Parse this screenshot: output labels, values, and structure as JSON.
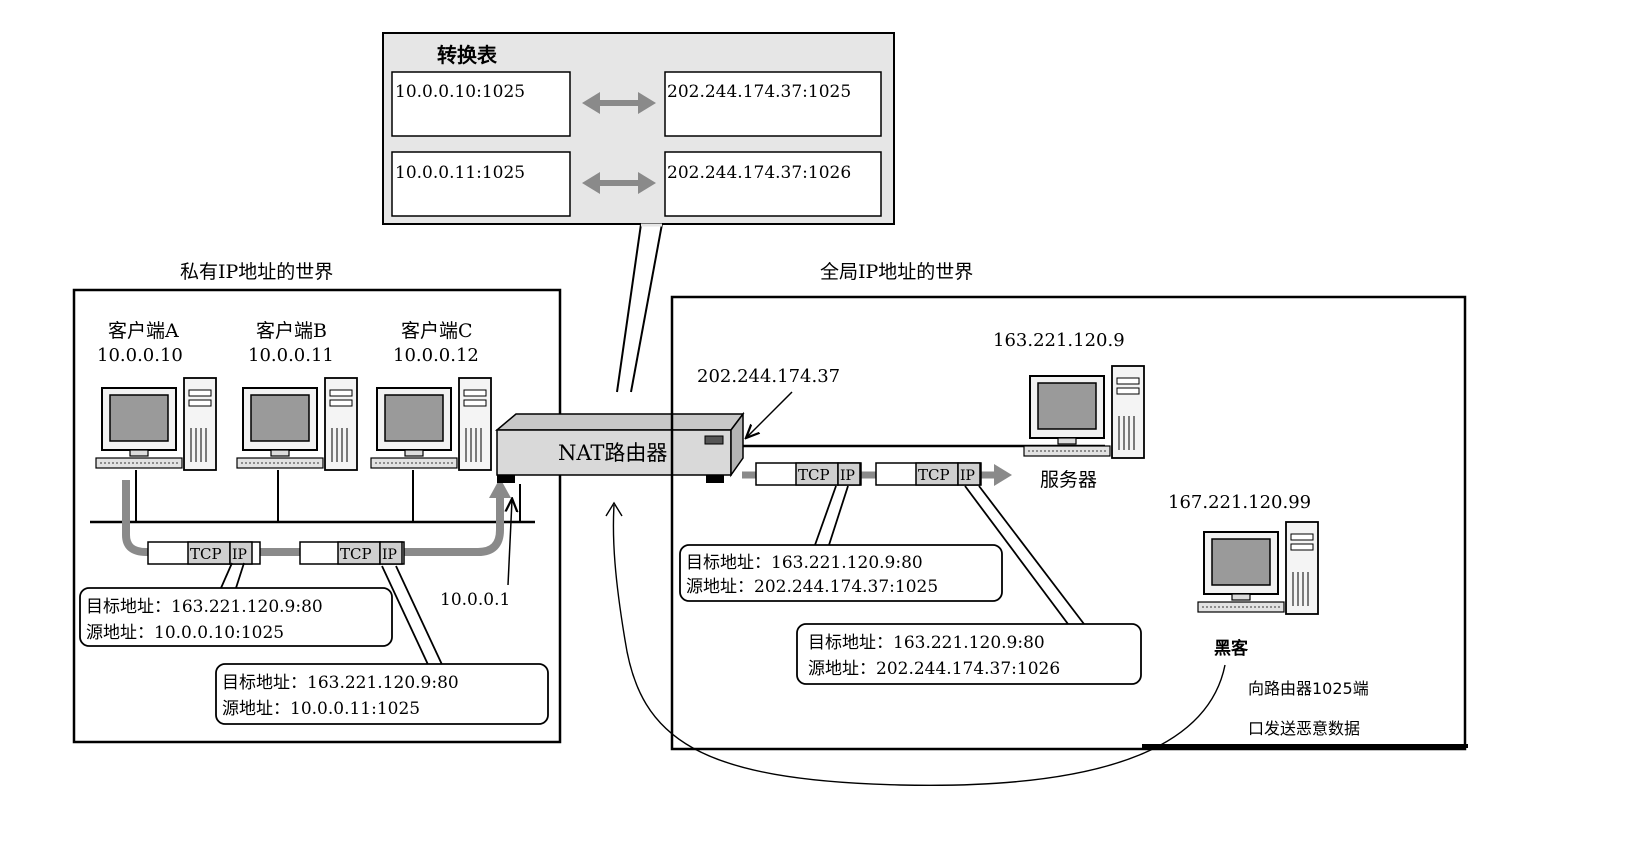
{
  "table": {
    "title": "转换表",
    "rows": [
      {
        "private": "10.0.0.10:1025",
        "public": "202.244.174.37:1025"
      },
      {
        "private": "10.0.0.11:1025",
        "public": "202.244.174.37:1026"
      }
    ]
  },
  "private_world": {
    "title": "私有IP地址的世界",
    "clients": [
      {
        "name": "客户端A",
        "ip": "10.0.0.10"
      },
      {
        "name": "客户端B",
        "ip": "10.0.0.11"
      },
      {
        "name": "客户端C",
        "ip": "10.0.0.12"
      }
    ],
    "gateway_ip": "10.0.0.1",
    "packet1": {
      "dst": "目标地址：163.221.120.9:80",
      "src": "源地址：10.0.0.10:1025"
    },
    "packet2": {
      "dst": "目标地址：163.221.120.9:80",
      "src": "源地址：10.0.0.11:1025"
    }
  },
  "global_world": {
    "title": "全局IP地址的世界",
    "router_ip": "202.244.174.37",
    "server_ip": "163.221.120.9",
    "server_label": "服务器",
    "hacker_ip": "167.221.120.99",
    "hacker_label": "黑客",
    "hacker_note_line1": "向路由器1025端",
    "hacker_note_line2": "口发送恶意数据",
    "packet1": {
      "dst": "目标地址：163.221.120.9:80",
      "src": "源地址：202.244.174.37:1025"
    },
    "packet2": {
      "dst": "目标地址：163.221.120.9:80",
      "src": "源地址：202.244.174.37:1026"
    }
  },
  "router": {
    "label": "NAT路由器"
  },
  "packet_labels": {
    "tcp": "TCP",
    "ip": "IP"
  }
}
